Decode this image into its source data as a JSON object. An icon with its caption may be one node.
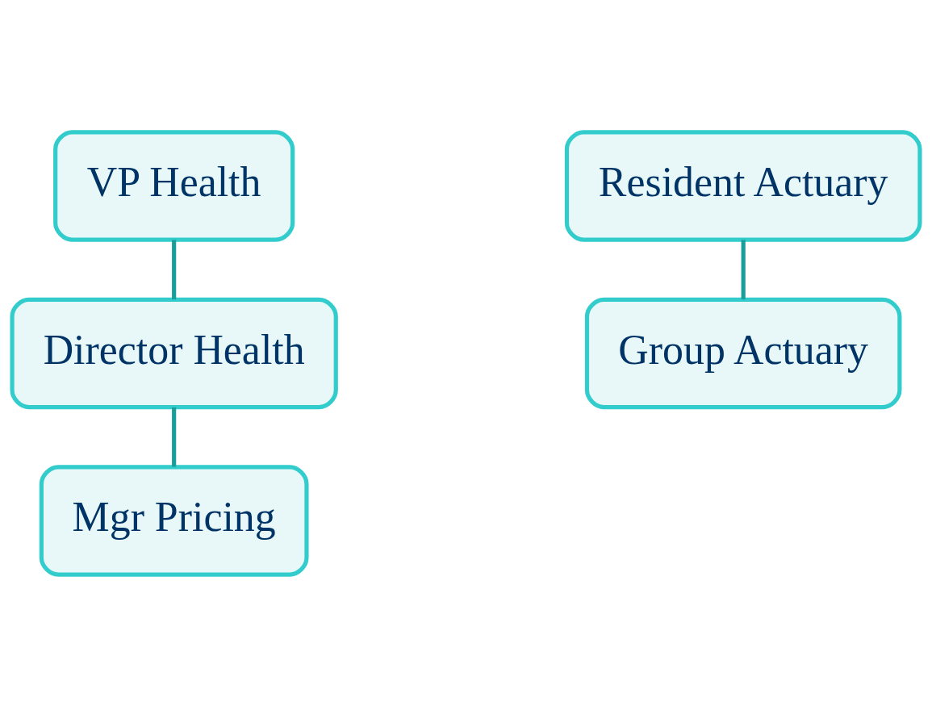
{
  "diagram": {
    "nodes": [
      {
        "text": [
          "VP Health"
        ]
      },
      {
        "text": [
          "Director Health"
        ]
      },
      {
        "text": [
          "Mgr Pricing"
        ]
      },
      {
        "text": [
          "Resident Actuary"
        ]
      },
      {
        "text": [
          "Group Actuary"
        ]
      }
    ],
    "edges": [
      {
        "from": 0,
        "to": 1,
        "arrow": "none"
      },
      {
        "from": 1,
        "to": 2,
        "arrow": "none"
      },
      {
        "from": 3,
        "to": 4,
        "arrow": "none"
      }
    ]
  }
}
